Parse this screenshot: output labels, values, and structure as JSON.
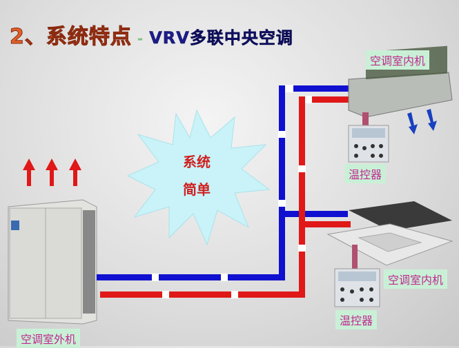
{
  "title": {
    "number": "2、",
    "main": "系统特点",
    "separator": "-",
    "subtitle": "VRV多联中央空调"
  },
  "starburst": {
    "line1": "系统",
    "line2": "简单"
  },
  "labels": {
    "outdoor": "空调室外机",
    "indoor_top": "空调室内机",
    "controller_top": "温控器",
    "indoor_bottom": "空调室内机",
    "controller_bottom": "温控器"
  },
  "colors": {
    "pipe_gas": "#1010d0",
    "pipe_liquid": "#e01818",
    "label_text": "#c02890",
    "label_bg": "#c9f0d6",
    "star": "#c9f3f8"
  }
}
